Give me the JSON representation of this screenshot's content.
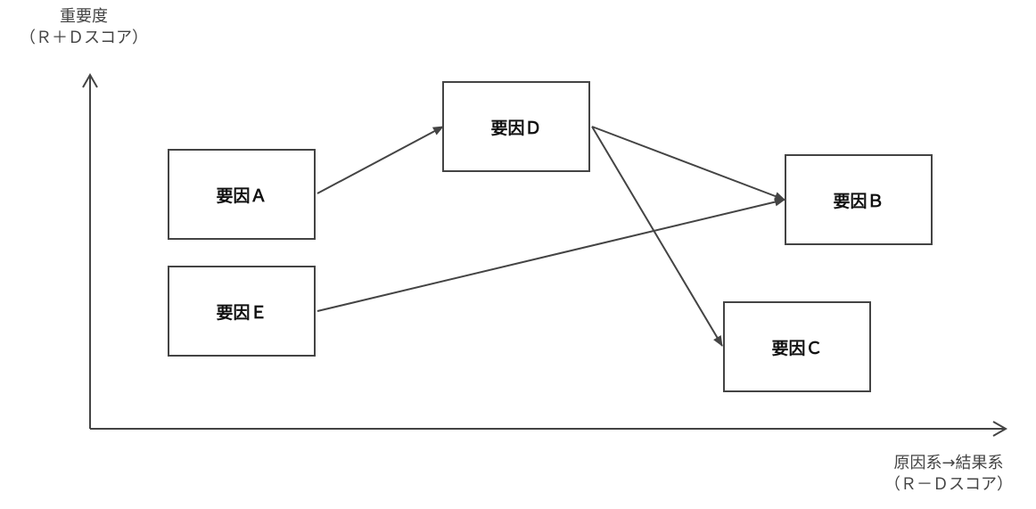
{
  "y_axis": {
    "label_line1": "重要度",
    "label_line2": "（Ｒ＋Ｄスコア）"
  },
  "x_axis": {
    "label_line1": "原因系→結果系",
    "label_line2": "（Ｒ－Ｄスコア）"
  },
  "factors": {
    "a": "要因Ａ",
    "b": "要因Ｂ",
    "c": "要因Ｃ",
    "d": "要因Ｄ",
    "e": "要因Ｅ"
  },
  "colors": {
    "line": "#444444",
    "box_border": "#444444",
    "text": "#111111"
  }
}
